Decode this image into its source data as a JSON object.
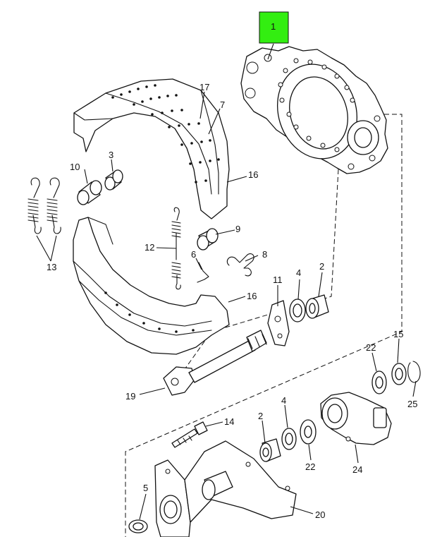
{
  "highlight_color": "#33ee11",
  "highlighted_callout": "1",
  "callouts": {
    "c1": "1",
    "c17": "17",
    "c7": "7",
    "c16a": "16",
    "c3": "3",
    "c10": "10",
    "c13": "13",
    "c9": "9",
    "c12": "12",
    "c6": "6",
    "c8": "8",
    "c11": "11",
    "c4a": "4",
    "c2a": "2",
    "c16b": "16",
    "c22a": "22",
    "c15": "15",
    "c25": "25",
    "c19": "19",
    "c14": "14",
    "c2b": "2",
    "c4b": "4",
    "c22b": "22",
    "c24": "24",
    "c5": "5",
    "c20": "20"
  }
}
